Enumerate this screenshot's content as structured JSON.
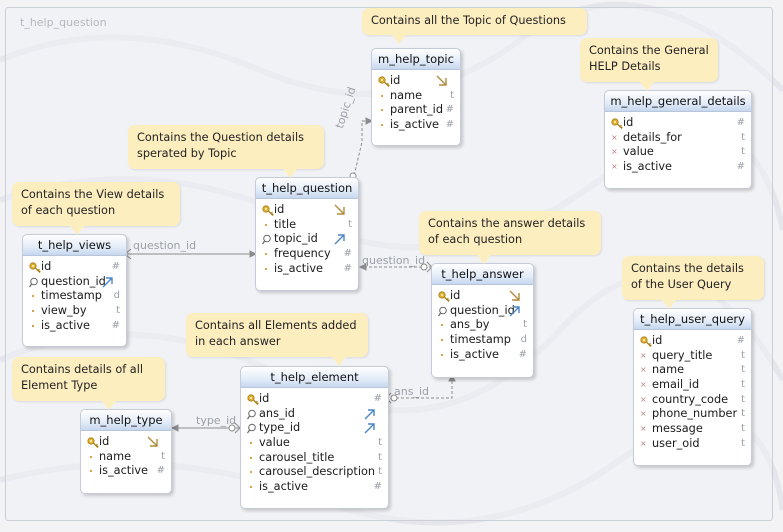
{
  "group_label": "t_help_question",
  "tables": {
    "m_help_topic": {
      "title": "m_help_topic",
      "columns": [
        {
          "name": "id",
          "type": "",
          "key": "pk",
          "rel": "out"
        },
        {
          "name": "name",
          "type": "t",
          "key": "none",
          "rel": ""
        },
        {
          "name": "parent_id",
          "type": "#",
          "key": "none",
          "rel": ""
        },
        {
          "name": "is_active",
          "type": "#",
          "key": "none",
          "rel": ""
        }
      ]
    },
    "m_help_general_details": {
      "title": "m_help_general_details",
      "columns": [
        {
          "name": "id",
          "type": "#",
          "key": "pk",
          "rel": ""
        },
        {
          "name": "details_for",
          "type": "t",
          "key": "x",
          "rel": ""
        },
        {
          "name": "value",
          "type": "t",
          "key": "x",
          "rel": ""
        },
        {
          "name": "is_active",
          "type": "#",
          "key": "x",
          "rel": ""
        }
      ]
    },
    "t_help_question": {
      "title": "t_help_question",
      "columns": [
        {
          "name": "id",
          "type": "",
          "key": "pk",
          "rel": "out"
        },
        {
          "name": "title",
          "type": "t",
          "key": "none",
          "rel": ""
        },
        {
          "name": "topic_id",
          "type": "",
          "key": "fk",
          "rel": "in"
        },
        {
          "name": "frequency",
          "type": "#",
          "key": "none",
          "rel": ""
        },
        {
          "name": "is_active",
          "type": "#",
          "key": "none",
          "rel": ""
        }
      ]
    },
    "t_help_views": {
      "title": "t_help_views",
      "columns": [
        {
          "name": "id",
          "type": "#",
          "key": "pk",
          "rel": ""
        },
        {
          "name": "question_id",
          "type": "",
          "key": "fk",
          "rel": "in"
        },
        {
          "name": "timestamp",
          "type": "d",
          "key": "none",
          "rel": ""
        },
        {
          "name": "view_by",
          "type": "t",
          "key": "none",
          "rel": ""
        },
        {
          "name": "is_active",
          "type": "#",
          "key": "none",
          "rel": ""
        }
      ]
    },
    "t_help_answer": {
      "title": "t_help_answer",
      "columns": [
        {
          "name": "id",
          "type": "",
          "key": "pk",
          "rel": "out"
        },
        {
          "name": "question_id",
          "type": "",
          "key": "fk",
          "rel": "in"
        },
        {
          "name": "ans_by",
          "type": "t",
          "key": "none",
          "rel": ""
        },
        {
          "name": "timestamp",
          "type": "d",
          "key": "none",
          "rel": ""
        },
        {
          "name": "is_active",
          "type": "#",
          "key": "none",
          "rel": ""
        }
      ]
    },
    "t_help_element": {
      "title": "t_help_element",
      "columns": [
        {
          "name": "id",
          "type": "#",
          "key": "pk",
          "rel": ""
        },
        {
          "name": "ans_id",
          "type": "",
          "key": "fk",
          "rel": "in"
        },
        {
          "name": "type_id",
          "type": "",
          "key": "fk",
          "rel": "in"
        },
        {
          "name": "value",
          "type": "t",
          "key": "none",
          "rel": ""
        },
        {
          "name": "carousel_title",
          "type": "t",
          "key": "none",
          "rel": ""
        },
        {
          "name": "carousel_description",
          "type": "t",
          "key": "none",
          "rel": ""
        },
        {
          "name": "is_active",
          "type": "#",
          "key": "none",
          "rel": ""
        }
      ]
    },
    "m_help_type": {
      "title": "m_help_type",
      "columns": [
        {
          "name": "id",
          "type": "",
          "key": "pk",
          "rel": "out"
        },
        {
          "name": "name",
          "type": "t",
          "key": "none",
          "rel": ""
        },
        {
          "name": "is_active",
          "type": "#",
          "key": "none",
          "rel": ""
        }
      ]
    },
    "t_help_user_query": {
      "title": "t_help_user_query",
      "columns": [
        {
          "name": "id",
          "type": "#",
          "key": "pk",
          "rel": ""
        },
        {
          "name": "query_title",
          "type": "t",
          "key": "x",
          "rel": ""
        },
        {
          "name": "name",
          "type": "t",
          "key": "x",
          "rel": ""
        },
        {
          "name": "email_id",
          "type": "t",
          "key": "x",
          "rel": ""
        },
        {
          "name": "country_code",
          "type": "t",
          "key": "x",
          "rel": ""
        },
        {
          "name": "phone_number",
          "type": "t",
          "key": "x",
          "rel": ""
        },
        {
          "name": "message",
          "type": "t",
          "key": "x",
          "rel": ""
        },
        {
          "name": "user_oid",
          "type": "t",
          "key": "x",
          "rel": ""
        }
      ]
    }
  },
  "notes": {
    "topic": "Contains all the Topic of Questions",
    "general": "Contains the General\nHELP Details",
    "question": "Contains the Question details\nsperated by Topic",
    "views": "Contains the View details\nof each question",
    "answer": "Contains the answer details\nof each question",
    "element": "Contains all Elements added\nin each answer",
    "type": "Contains details of all\nElement Type",
    "user_query": "Contains the details\nof the User Query"
  },
  "relations": {
    "topic_id": "topic_id",
    "question_id_views": "question_id",
    "question_id_answer": "question_id",
    "ans_id": "ans_id",
    "type_id": "type_id"
  }
}
